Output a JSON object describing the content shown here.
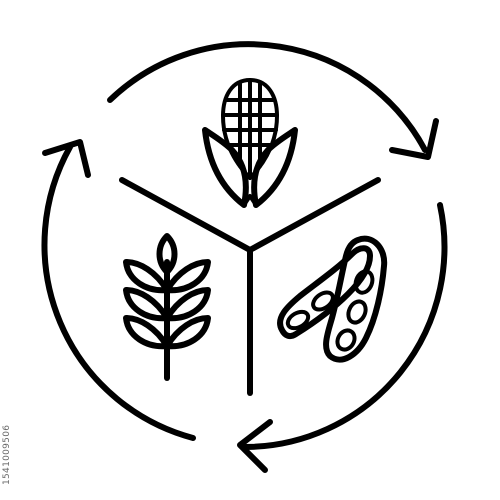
{
  "icon": {
    "theme": "crop-rotation",
    "crops": [
      "corn",
      "wheat",
      "soybean"
    ],
    "stroke_color": "#000000",
    "background_color": "#ffffff"
  },
  "watermark": {
    "stock_id": "1541009506"
  }
}
